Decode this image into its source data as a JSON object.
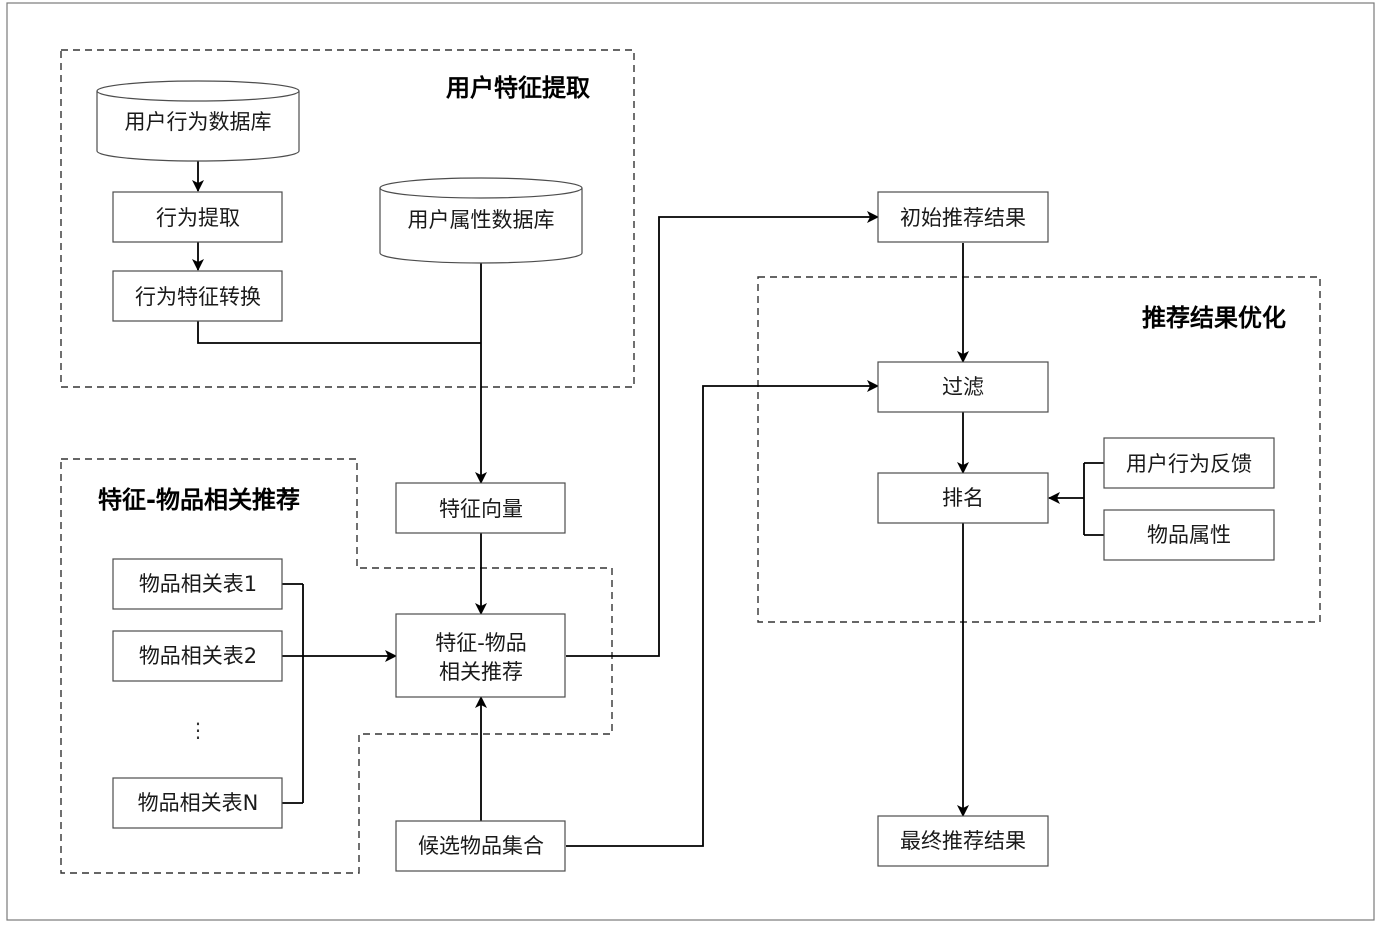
{
  "groups": {
    "user_feature_extraction": "用户特征提取",
    "feature_item_recommend": "特征-物品相关推荐",
    "result_optimization": "推荐结果优化"
  },
  "nodes": {
    "user_behavior_db": "用户行为数据库",
    "behavior_extract": "行为提取",
    "behavior_feature_convert": "行为特征转换",
    "user_attr_db": "用户属性数据库",
    "feature_vector": "特征向量",
    "feature_item_line1": "特征-物品",
    "feature_item_line2": "相关推荐",
    "item_table_1": "物品相关表1",
    "item_table_2": "物品相关表2",
    "item_table_ellipsis": "⋮",
    "item_table_n": "物品相关表N",
    "candidate_items": "候选物品集合",
    "initial_result": "初始推荐结果",
    "filter": "过滤",
    "rank": "排名",
    "user_feedback": "用户行为反馈",
    "item_attributes": "物品属性",
    "final_result": "最终推荐结果"
  }
}
